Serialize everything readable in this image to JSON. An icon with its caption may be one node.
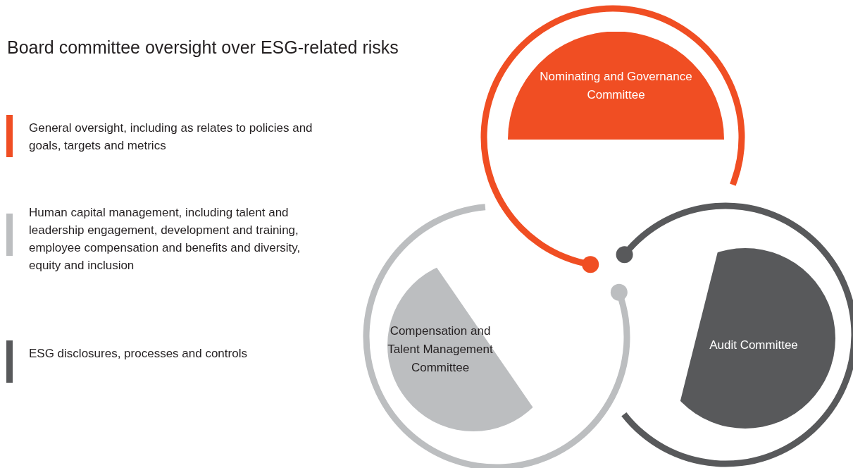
{
  "diagram": {
    "title": "Board committee oversight over ESG-related risks",
    "nodes": [
      {
        "text": [
          "Nominating and Governance Committee"
        ]
      },
      {
        "text": [
          "Compensation and Talent Management Committee"
        ]
      },
      {
        "text": [
          "Audit Committee"
        ]
      }
    ],
    "legend": [
      {
        "text": "General oversight, including as relates to policies and goals, targets and metrics",
        "color": "#f04e23"
      },
      {
        "text": "Human capital management, including talent and leadership engagement, development and training, employee compensation and benefits and diversity, equity and inclusion",
        "color": "#bcbec0"
      },
      {
        "text": "ESG disclosures, processes and controls",
        "color": "#58595b"
      }
    ]
  }
}
